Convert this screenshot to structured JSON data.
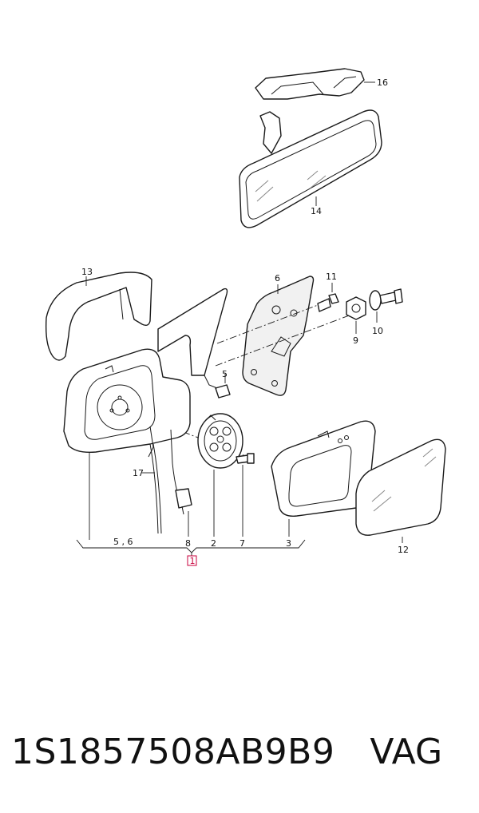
{
  "part_number": "1S1857508AB9B9",
  "brand": "VAG",
  "callouts": {
    "c16": "16",
    "c14": "14",
    "c13": "13",
    "c6": "6",
    "c11": "11",
    "c10": "10",
    "c9": "9",
    "c5": "5",
    "c17": "17",
    "c8": "8",
    "c2": "2",
    "c7": "7",
    "c3": "3",
    "c12": "12",
    "c56": "5 , 6",
    "c1": "1"
  }
}
